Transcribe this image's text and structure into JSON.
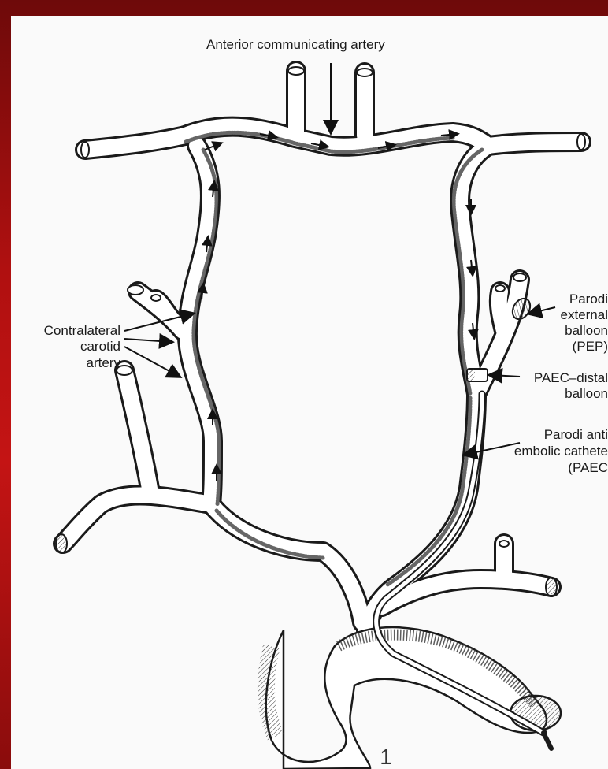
{
  "labels": {
    "anterior_communicating": "Anterior communicating artery",
    "contralateral_line1": "Contralateral",
    "contralateral_line2": "carotid",
    "contralateral_line3": "artery",
    "pep_line1": "Parodi",
    "pep_line2": "external",
    "pep_line3": "balloon",
    "pep_line4": "(PEP)",
    "paec_distal_line1": "PAEC–distal",
    "paec_distal_line2": "balloon",
    "paec_line1": "Parodi anti",
    "paec_line2": "embolic cathete",
    "paec_line3": "(PAEC"
  },
  "page_number": "1",
  "colors": {
    "frame": "#b01010",
    "paper": "#fafafa",
    "ink": "#1a1a1a"
  }
}
